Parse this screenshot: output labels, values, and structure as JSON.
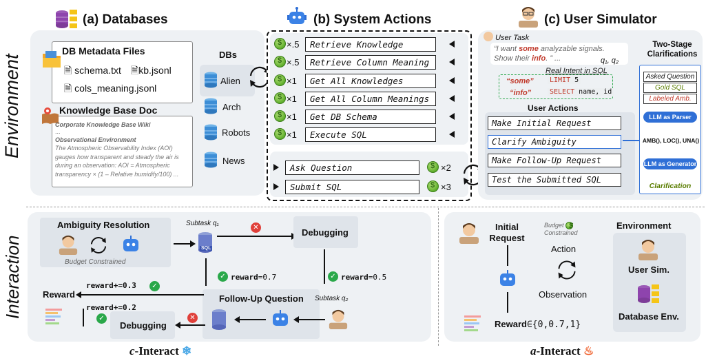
{
  "side_labels": {
    "environment": "Environment",
    "interaction": "Interaction"
  },
  "databases": {
    "title": "(a) Databases",
    "metadata_title": "DB Metadata Files",
    "files": [
      "schema.txt",
      "kb.jsonl",
      "cols_meaning.jsonl"
    ],
    "kb_title": "Knowledge Base Doc",
    "kb_doc_title": "Corporate Knowledge Base Wiki",
    "kb_ellipsis": "...",
    "kb_section": "Observational Environment",
    "kb_body": "The Atmospheric Observability Index (AOI) gauges how transparent and steady the air is during an observation: AOI = Atmospheric transparency × (1 – Relative humidify/100) ...",
    "dbs_label": "DBs",
    "dbs": [
      "Alien",
      "Arch",
      "Robots",
      "News"
    ]
  },
  "system_actions": {
    "title": "(b) System Actions",
    "actions": [
      {
        "label": "Retrieve Knowledge",
        "cost": "×.5"
      },
      {
        "label": "Retrieve Column Meaning",
        "cost": "×.5"
      },
      {
        "label": "Get All Knowledges",
        "cost": "×1"
      },
      {
        "label": "Get All Column Meanings",
        "cost": "×1"
      },
      {
        "label": "Get DB Schema",
        "cost": "×1"
      },
      {
        "label": "Execute SQL",
        "cost": "×1"
      }
    ],
    "user_actions": [
      {
        "label": "Ask Question",
        "cost": "×2"
      },
      {
        "label": "Submit SQL",
        "cost": "×3"
      }
    ]
  },
  "user_simulator": {
    "title": "(c) User Simulator",
    "user_task_label": "User Task",
    "task_quote_1": "“I want ",
    "task_some": "some",
    "task_quote_2": " analyzable signals.",
    "task_quote_3": "Show their ",
    "task_info": "info",
    "task_quote_4": ". ” ...",
    "task_q": "q₁, q₂",
    "real_intent": "Real Intent in SQL",
    "intent_some": "“some”",
    "intent_info": "“info”",
    "sql_limit_kw": "LIMIT",
    "sql_limit_val": "5",
    "sql_select_kw": "SELECT",
    "sql_select_val": "name, id",
    "user_actions_title": "User Actions",
    "user_actions": [
      "Make Initial Request",
      "Clarify Ambiguity",
      "Make Follow-Up Request",
      "Test the Submitted SQL"
    ],
    "two_stage_title": "Two-Stage Clarifications",
    "asked_question": "Asked Question",
    "gold_sql": "Gold SQL",
    "labeled_amb": "Labeled Amb.",
    "llm_parser": "LLM as Parser",
    "amb_funcs": "AMB(), LOC(), UNA()",
    "llm_generator": "LLM as Generator",
    "clarification": "Clarification"
  },
  "c_interact": {
    "ambiguity_title": "Ambiguity Resolution",
    "budget": "Budget Constrained",
    "subtask_q1": "Subtask",
    "q1": "q₁",
    "debugging_1": "Debugging",
    "reward_07_label": "reward",
    "reward_07_val": "=0.7",
    "reward_05_label": "reward",
    "reward_05_val": "=0.5",
    "subtask_q2": "Subtask",
    "q2": "q₂",
    "reward_title": "Reward",
    "reward_plus_03": "reward+=0.3",
    "reward_plus_02": "reward+=0.2",
    "followup_title": "Follow-Up Question",
    "debugging_2": "Debugging",
    "sql_label": "SQL",
    "caption_prefix": "c",
    "caption_suffix": "-Interact"
  },
  "a_interact": {
    "initial_request": "Initial Request",
    "budget_1": "Budget",
    "budget_2": "Constrained",
    "action": "Action",
    "observation": "Observation",
    "environment": "Environment",
    "user_sim": "User Sim.",
    "database_env": "Database Env.",
    "reward": "Reward",
    "reward_set": "∈{0,0.7,1}",
    "caption_prefix": "a",
    "caption_suffix": "-Interact"
  },
  "colors": {
    "accent_blue": "#2f6fd6",
    "green_coin": "#5fae2c",
    "red": "#c0392b",
    "panel": "#eef1f4"
  }
}
